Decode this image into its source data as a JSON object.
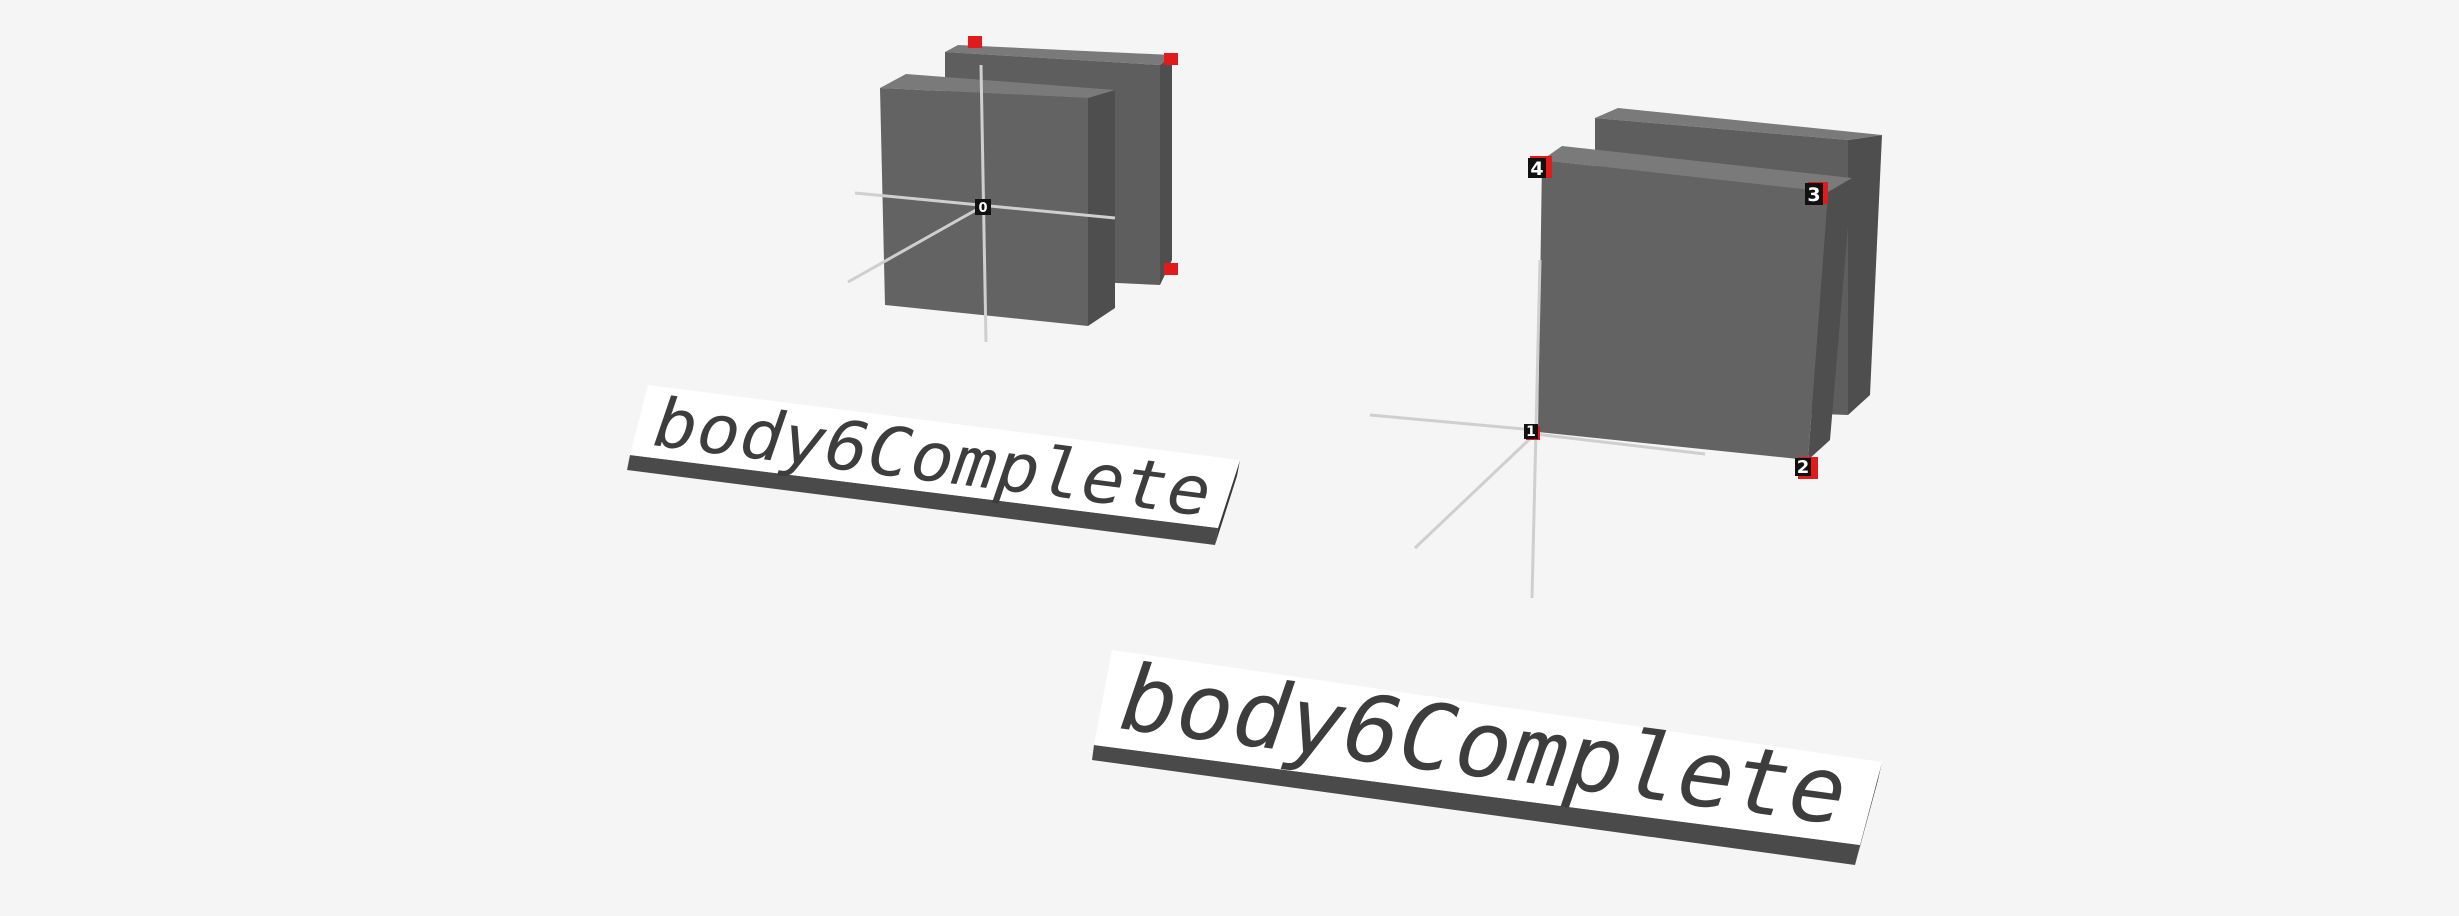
{
  "scene": {
    "background_color": "#f5f5f5",
    "part_face_color": "#636363",
    "part_side_color": "#4e4e4e",
    "part_top_color": "#7a7a7a",
    "axis_color": "#cfcfcf",
    "marker_color": "#e11b1b",
    "marker_label_bg": "#111111",
    "label_plate_color": "#ffffff",
    "label_plate_edge_color": "#4a4a4a"
  },
  "left_model": {
    "label": "body6Complete",
    "origin_marker": "0",
    "icons": [
      "box-solid",
      "box-solid",
      "axis-cross"
    ]
  },
  "right_model": {
    "label": "body6Complete",
    "corner_markers": [
      "1",
      "2",
      "3",
      "4"
    ],
    "icons": [
      "box-solid",
      "box-solid",
      "axis-cross"
    ]
  }
}
